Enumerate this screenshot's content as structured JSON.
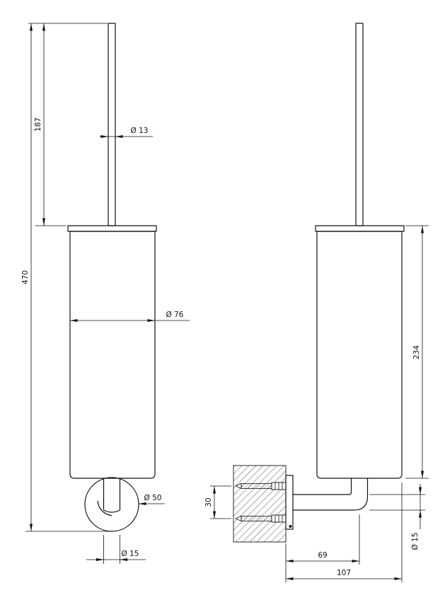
{
  "colors": {
    "line": "#111111",
    "background": "#ffffff"
  },
  "labels": {
    "handle_length": "187",
    "total_height": "470",
    "handle_diameter": "Ø 13",
    "body_diameter": "Ø 76",
    "rosette_diameter": "Ø 50",
    "stem_diameter_front": "Ø 15",
    "body_height": "234",
    "screw_spacing": "30",
    "wall_to_axis": "69",
    "wall_projection": "107",
    "arm_diameter_side": "Ø 15"
  }
}
